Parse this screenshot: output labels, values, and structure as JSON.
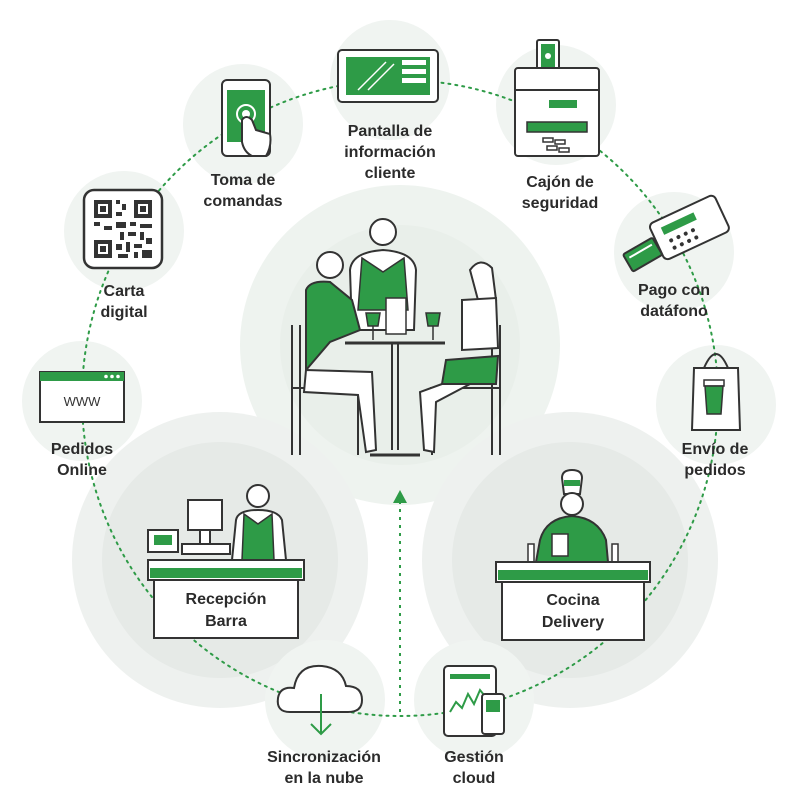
{
  "colors": {
    "accent": "#2e9b47",
    "dark": "#333333",
    "halo": "#eef3ef",
    "halo_dark": "#e4e8e5"
  },
  "nodes": {
    "toma_comandas": {
      "line1": "Toma de",
      "line2": "comandas",
      "icon": "tablet-touch-icon"
    },
    "pantalla_info": {
      "line1": "Pantalla de",
      "line2": "información",
      "line3": "cliente",
      "icon": "customer-display-icon"
    },
    "cajon_seguridad": {
      "line1": "Cajón de",
      "line2": "seguridad",
      "icon": "cash-drawer-icon"
    },
    "carta_digital": {
      "line1": "Carta",
      "line2": "digital",
      "icon": "qr-code-icon"
    },
    "pago_datafono": {
      "line1": "Pago con",
      "line2": "datáfono",
      "icon": "card-terminal-icon"
    },
    "pedidos_online": {
      "line1": "Pedidos",
      "line2": "Online",
      "icon": "browser-window-icon",
      "browser_text": "WWW"
    },
    "envio_pedidos": {
      "line1": "Envío de",
      "line2": "pedidos",
      "icon": "delivery-bag-icon"
    },
    "recepcion_barra": {
      "line1": "Recepción",
      "line2": "Barra",
      "icon": "pos-counter-icon"
    },
    "cocina_delivery": {
      "line1": "Cocina",
      "line2": "Delivery",
      "icon": "chef-icon"
    },
    "sincronizacion": {
      "line1": "Sincronización",
      "line2": "en la nube",
      "icon": "cloud-download-icon"
    },
    "gestion_cloud": {
      "line1": "Gestión",
      "line2": "cloud",
      "icon": "cloud-dashboard-icon"
    }
  },
  "center": {
    "icon": "restaurant-table-icon"
  }
}
